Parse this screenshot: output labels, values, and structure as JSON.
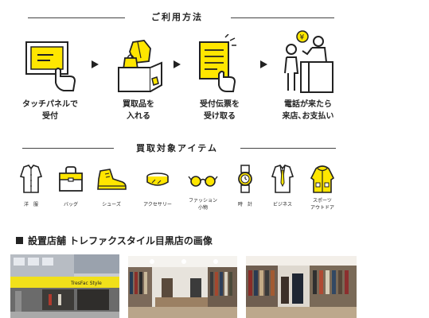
{
  "usage": {
    "title": "ご利用方法",
    "steps": [
      {
        "label": "タッチパネルで\n受付"
      },
      {
        "label": "買取品を\n入れる"
      },
      {
        "label": "受付伝票を\n受け取る"
      },
      {
        "label": "電話が来たら\n来店､お支払い"
      }
    ]
  },
  "items_section": {
    "title": "買取対象アイテム",
    "items": [
      {
        "label": "洋　服",
        "icon": "shirt-icon"
      },
      {
        "label": "バッグ",
        "icon": "bag-icon"
      },
      {
        "label": "シューズ",
        "icon": "sneaker-icon"
      },
      {
        "label": "アクセサリー",
        "icon": "bracelet-icon"
      },
      {
        "label": "ファッション\n小物",
        "icon": "glasses-icon"
      },
      {
        "label": "時　計",
        "icon": "watch-icon"
      },
      {
        "label": "ビジネス",
        "icon": "suit-icon"
      },
      {
        "label": "スポーツ\nアウトドア",
        "icon": "jacket-icon"
      }
    ]
  },
  "store": {
    "heading": "設置店舗 トレファクスタイル目黒店の画像",
    "sign_text": "TresFac Style"
  },
  "colors": {
    "accent": "#ffe600",
    "line": "#222222"
  }
}
